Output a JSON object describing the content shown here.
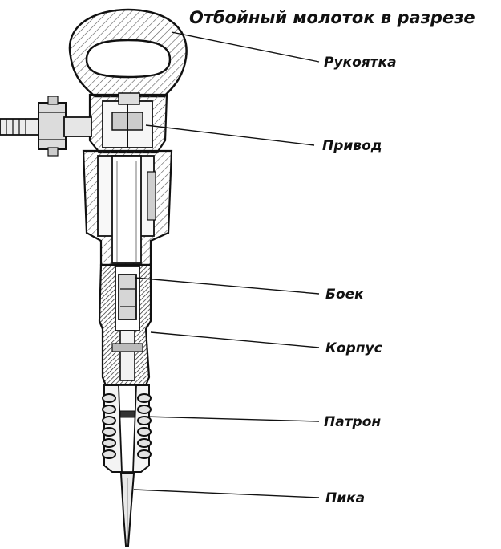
{
  "title": "Отбойный молоток в разрезе",
  "labels": {
    "handle": "Рукоятка",
    "drive": "Привод",
    "striker": "Боек",
    "body": "Корпус",
    "chuck": "Патрон",
    "pike": "Пика"
  },
  "colors": {
    "ink": "#111111",
    "hatch": "#555555",
    "shade": "#2a2a2a"
  }
}
